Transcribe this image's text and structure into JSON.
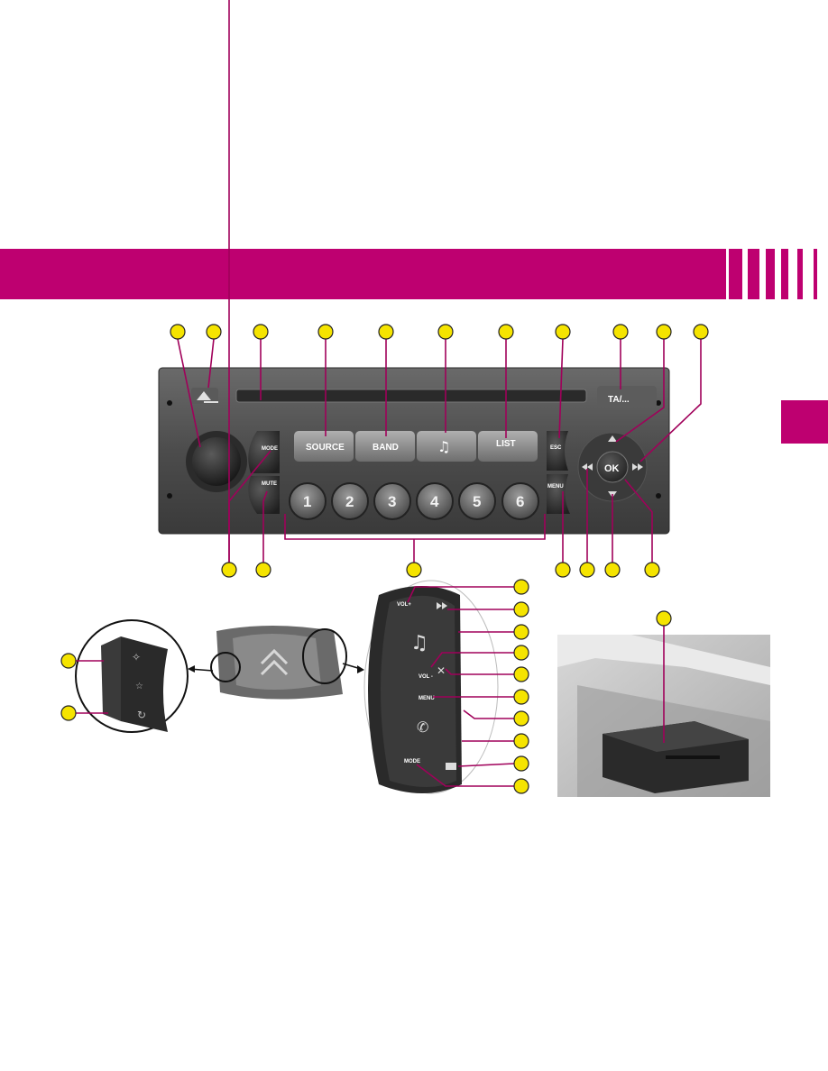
{
  "colors": {
    "accent": "#be0070",
    "callout": "#f5e400"
  },
  "radio": {
    "buttons": {
      "source": "SOURCE",
      "band": "BAND",
      "list": "LIST",
      "ok": "OK",
      "mode": "MODE",
      "mute": "MUTE",
      "esc": "ESC",
      "menu": "MENU",
      "ta": "TA/..."
    },
    "presets": [
      "1",
      "2",
      "3",
      "4",
      "5",
      "6"
    ]
  },
  "steering_control": {
    "vol_plus": "VOL+",
    "vol_minus": "VOL -",
    "menu": "MENU",
    "mode": "MODE"
  },
  "icons": [
    "eject-icon",
    "music-note-icon",
    "arrow-up-icon",
    "arrow-down-icon",
    "rewind-icon",
    "fast-forward-icon",
    "mute-icon",
    "phone-icon",
    "star-icon",
    "chevron-up-icon"
  ]
}
